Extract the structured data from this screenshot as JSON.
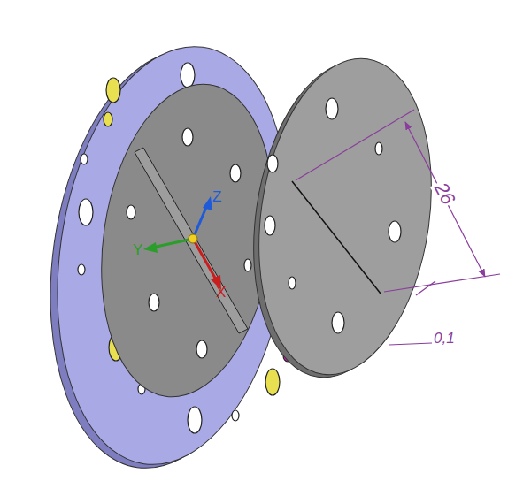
{
  "diagram": {
    "labels": [
      "Z",
      "Y",
      "X",
      "26",
      "0,1"
    ]
  }
}
